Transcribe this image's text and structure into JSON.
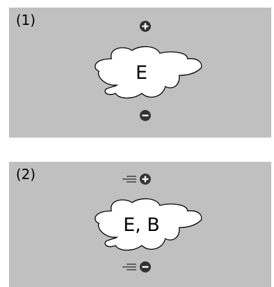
{
  "panels": [
    {
      "label": "(1)",
      "field_label": "E",
      "top_charge": "positive",
      "bottom_charge": "negative",
      "charges_moving": false
    },
    {
      "label": "(2)",
      "field_label": "E, B",
      "top_charge": "positive",
      "bottom_charge": "negative",
      "charges_moving": true
    }
  ],
  "colors": {
    "background": "#c0c0c0",
    "cloud_fill": "#ffffff",
    "charge_fill": "#333333"
  }
}
